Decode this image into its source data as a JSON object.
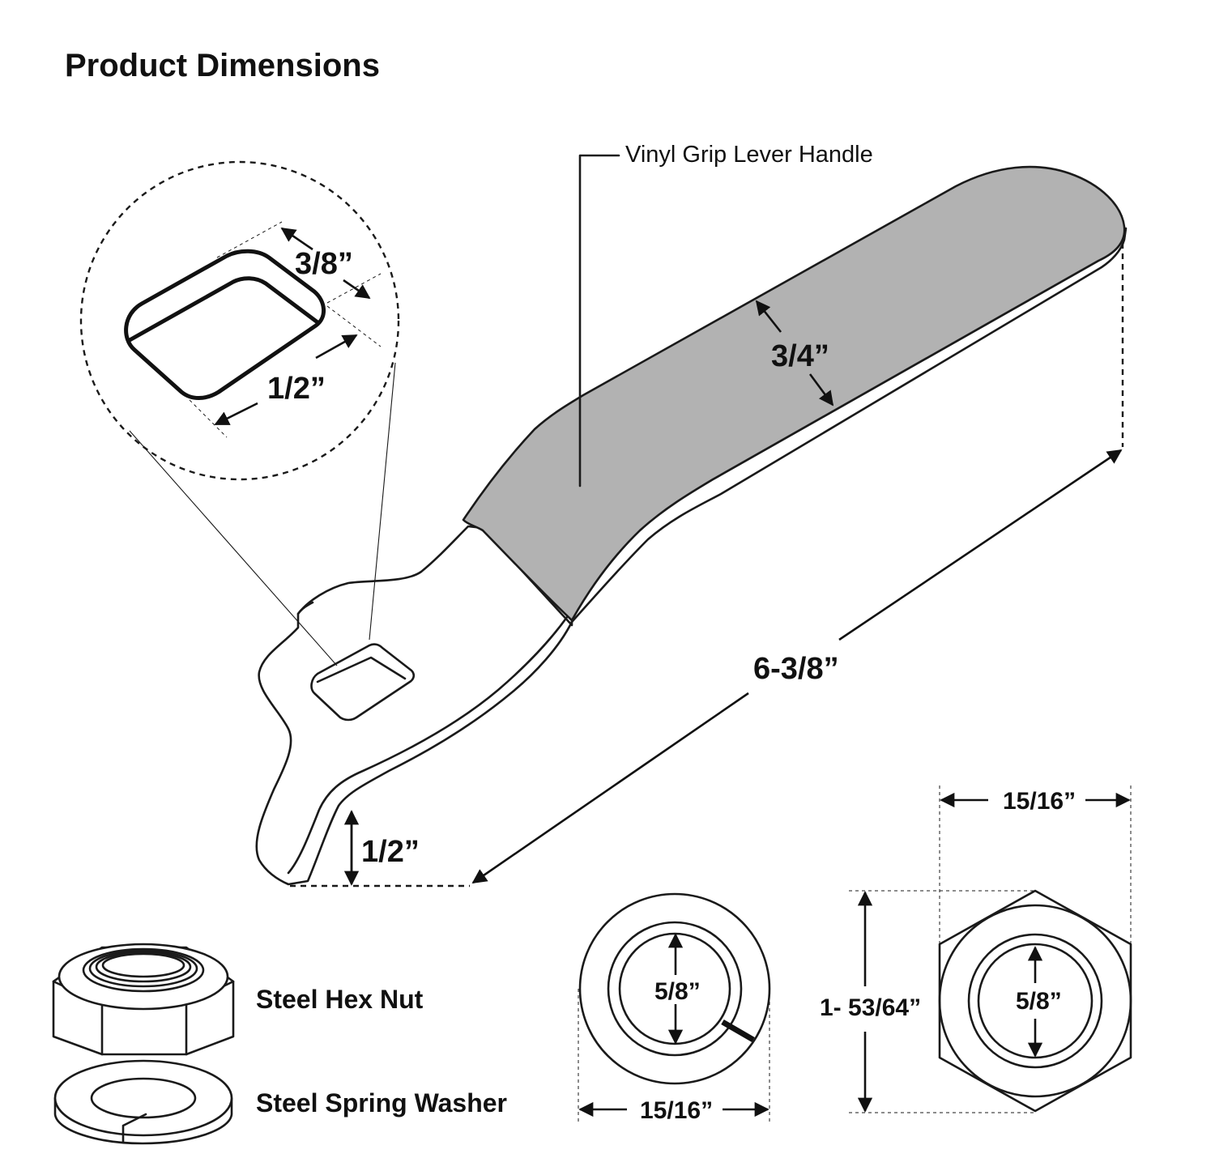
{
  "title": "Product Dimensions",
  "labels": {
    "grip": "Vinyl Grip Lever Handle",
    "nut": "Steel Hex Nut",
    "washer": "Steel Spring Washer"
  },
  "dimensions": {
    "socket_width": "3/8”",
    "socket_length": "1/2”",
    "grip_width": "3/4”",
    "overall_length": "6-3/8”",
    "drop_height": "1/2”",
    "washer_inner": "5/8”",
    "washer_outer": "15/16”",
    "nut_inner": "5/8”",
    "nut_width": "15/16”",
    "nut_height": "1- 53/64”"
  }
}
